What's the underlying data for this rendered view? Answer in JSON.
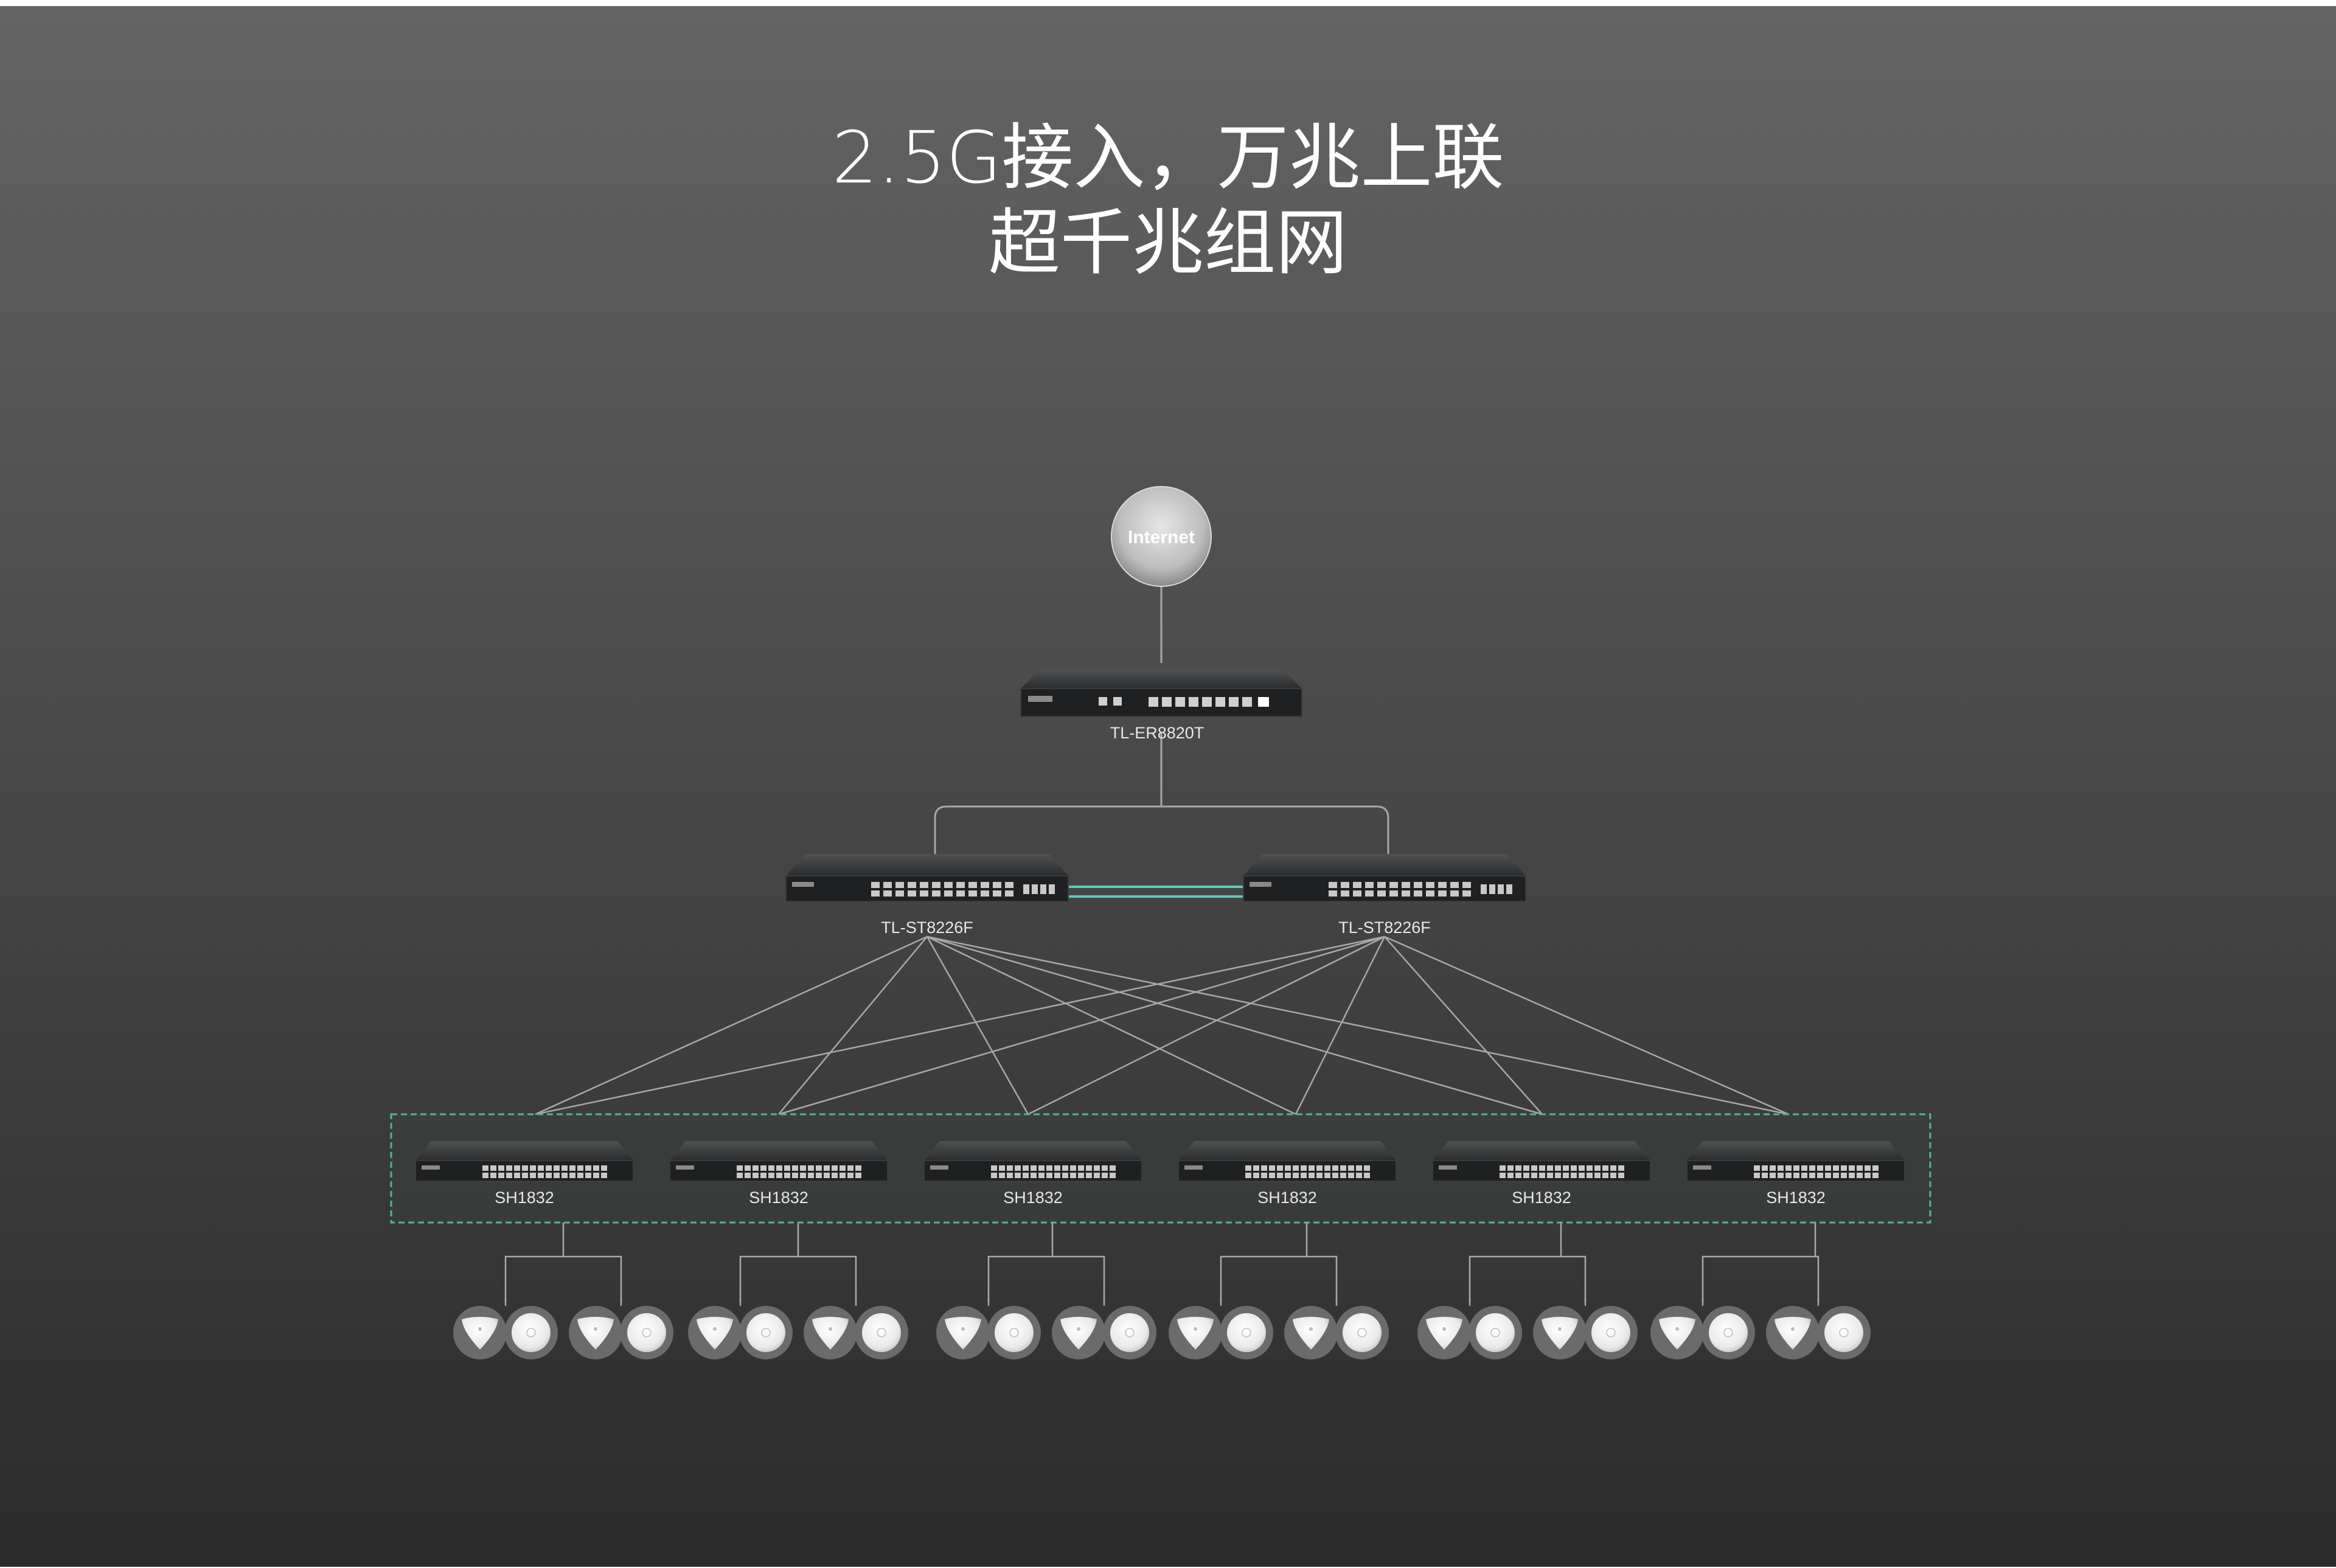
{
  "title": {
    "line1": "2.5G接入，万兆上联",
    "line2": "超千兆组网"
  },
  "internet": {
    "label": "Internet"
  },
  "router": {
    "label": "TL-ER8820T"
  },
  "core_switches": [
    {
      "label": "TL-ST8226F"
    },
    {
      "label": "TL-ST8226F"
    }
  ],
  "access_switches": [
    {
      "label": "SH1832"
    },
    {
      "label": "SH1832"
    },
    {
      "label": "SH1832"
    },
    {
      "label": "SH1832"
    },
    {
      "label": "SH1832"
    },
    {
      "label": "SH1832"
    }
  ],
  "access_points": {
    "groups": 6,
    "per_group": 4
  },
  "colors": {
    "background_top": "#646464",
    "background_bottom": "#2b2b2b",
    "link_line": "#a8a8a8",
    "stack_link": "#5fc9b8",
    "access_frame": "#4fb3a5",
    "device_body": "#1f2021",
    "text": "#ffffff",
    "label": "#e6e6e6"
  }
}
